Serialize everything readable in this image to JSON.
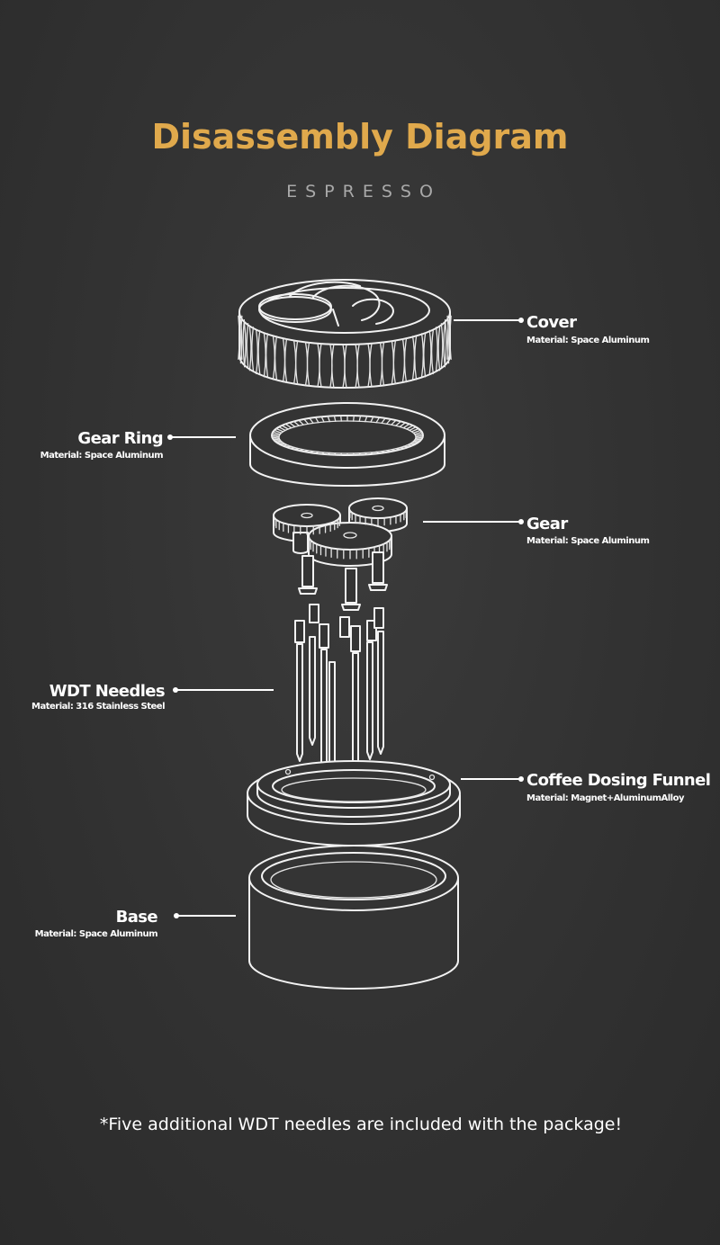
{
  "title": "Disassembly Diagram",
  "subtitle": "ESPRESSO",
  "parts": {
    "cover": {
      "name": "Cover",
      "material": "Material: Space Aluminum"
    },
    "gear_ring": {
      "name": "Gear Ring",
      "material": "Material: Space Aluminum"
    },
    "gear": {
      "name": "Gear",
      "material": "Material: Space Aluminum"
    },
    "wdt_needles": {
      "name": "WDT Needles",
      "material": "Material: 316 Stainless Steel"
    },
    "funnel": {
      "name": "Coffee Dosing Funnel",
      "material": "Material: Magnet+AluminumAlloy"
    },
    "base": {
      "name": "Base",
      "material": "Material: Space Aluminum"
    }
  },
  "footnote": "*Five additional WDT needles are included with the package!",
  "colors": {
    "background": "#333333",
    "title": "#e0a94c",
    "subtitle": "#a9a9a9",
    "line": "#f2f2f2"
  }
}
